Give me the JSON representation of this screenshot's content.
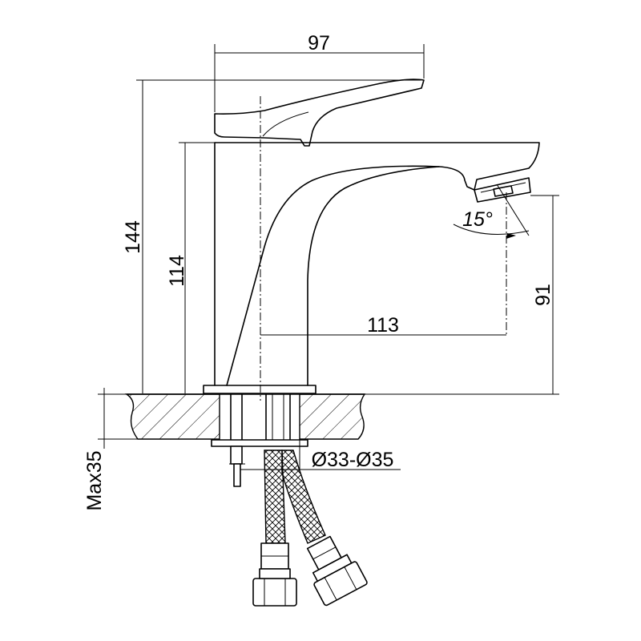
{
  "dimensions": {
    "top_width": "97",
    "total_height": "144",
    "body_height": "114",
    "reach": "113",
    "spout_height": "91",
    "angle": "15°",
    "hole_diameter": "Ø33-Ø35",
    "max_thickness": "Max35"
  }
}
